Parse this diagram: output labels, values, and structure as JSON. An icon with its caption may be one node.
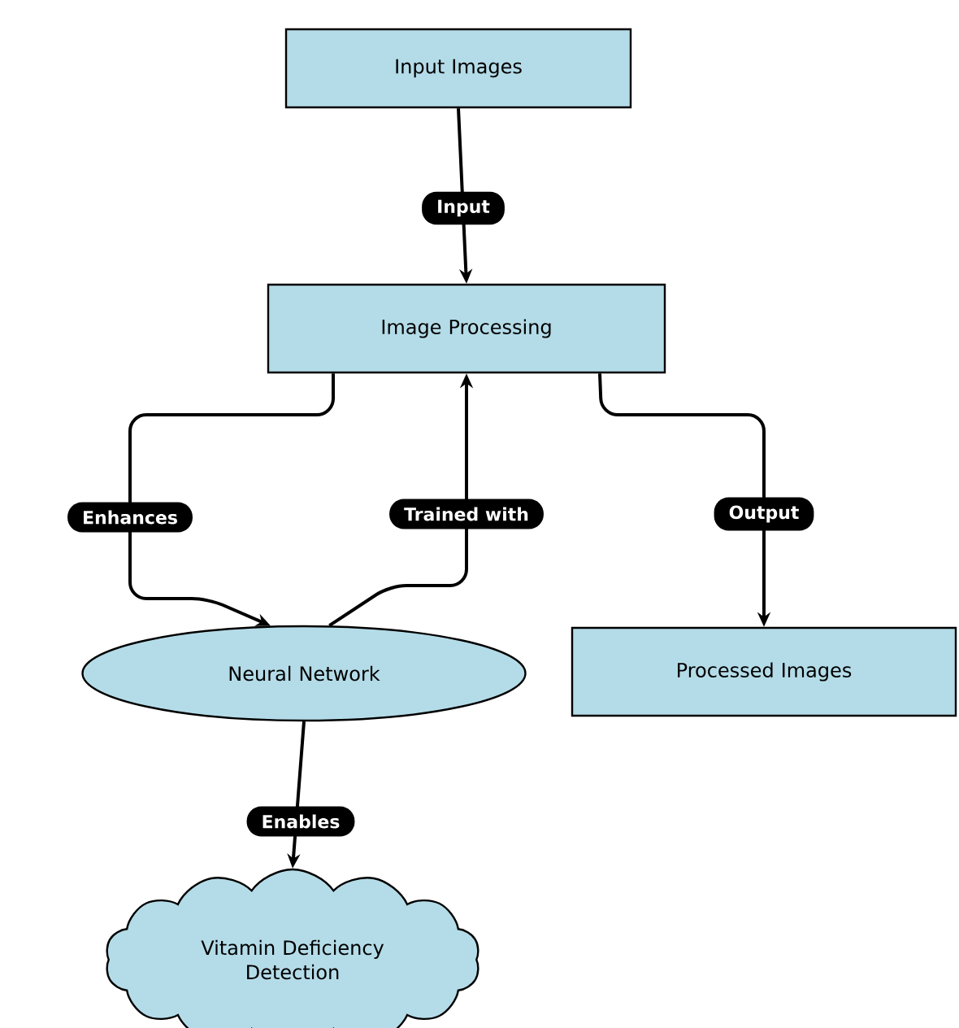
{
  "diagram": {
    "nodes": [
      {
        "text": [
          "Input Images"
        ]
      },
      {
        "text": [
          "Image Processing"
        ]
      },
      {
        "text": [
          "Neural Network"
        ]
      },
      {
        "text": [
          "Processed Images"
        ]
      },
      {
        "text": [
          "Vitamin Deficiency Detection"
        ]
      }
    ],
    "edges": [
      {
        "from": 0,
        "to": 1,
        "arrow": "to",
        "label": "Input"
      },
      {
        "from": 1,
        "to": 2,
        "arrow": "to",
        "label": "Enhances"
      },
      {
        "from": 2,
        "to": 1,
        "arrow": "to",
        "label": "Trained with"
      },
      {
        "from": 1,
        "to": 3,
        "arrow": "to",
        "label": "Output"
      },
      {
        "from": 2,
        "to": 4,
        "arrow": "to",
        "label": "Enables"
      }
    ]
  }
}
